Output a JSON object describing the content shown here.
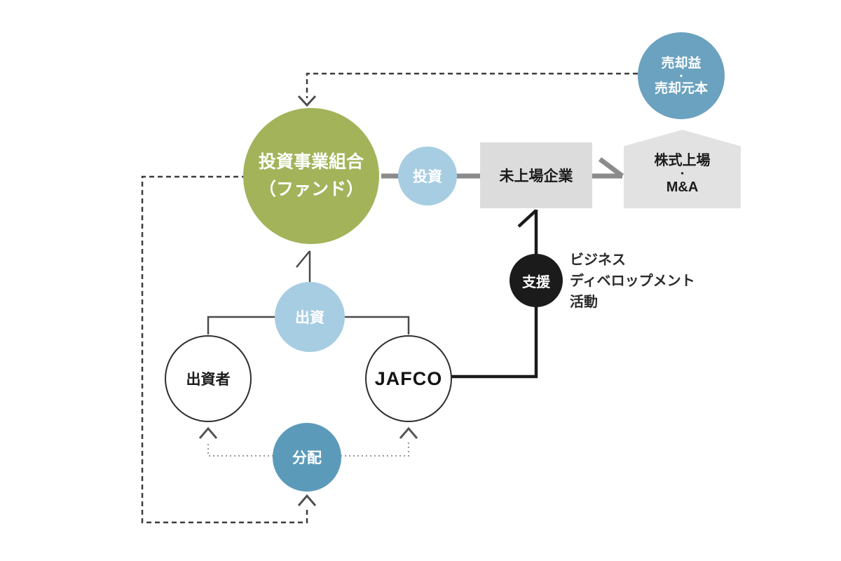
{
  "diagram": {
    "kind": "fund-structure-flow",
    "nodes": {
      "proceeds": {
        "line1": "売却益",
        "separator": "・",
        "line2": "売却元本",
        "color": "#6aa2bf"
      },
      "fund": {
        "line1": "投資事業組合",
        "line2": "（ファンド）",
        "color": "#a2b35a"
      },
      "invest": {
        "label": "投資",
        "color": "#a7cde2"
      },
      "unlisted": {
        "label": "未上場企業",
        "color": "#dcdcdc"
      },
      "exit": {
        "line1": "株式上場",
        "separator": "・",
        "line2": "M&A",
        "color": "#e2e2e2"
      },
      "support": {
        "label": "支援",
        "color": "#1b1b1b"
      },
      "bizdev": {
        "line1": "ビジネス",
        "line2": "ディベロップメント",
        "line3": "活動"
      },
      "contribute": {
        "label": "出資",
        "color": "#a7cde2"
      },
      "investors": {
        "label": "出資者"
      },
      "jafco": {
        "label": "JAFCO"
      },
      "distribute": {
        "label": "分配",
        "color": "#5c9aba"
      }
    },
    "edges": [
      {
        "from": "fund",
        "to": "unlisted",
        "via": "invest",
        "style": "solid-thick-gray"
      },
      {
        "from": "unlisted",
        "to": "exit",
        "style": "solid-thick-gray-half-arrow"
      },
      {
        "from": "proceeds",
        "to": "fund",
        "style": "dashed-arrow"
      },
      {
        "from": "contribute",
        "to": "fund",
        "style": "solid-half-arrow"
      },
      {
        "from": "investors",
        "to": "contribute",
        "style": "solid-elbow"
      },
      {
        "from": "jafco",
        "to": "contribute",
        "style": "solid-elbow"
      },
      {
        "from": "jafco",
        "to": "support",
        "style": "solid-thick-black-elbow"
      },
      {
        "from": "support",
        "to": "unlisted",
        "style": "solid-thick-black-half-arrow"
      },
      {
        "from": "fund",
        "to": "distribute",
        "style": "dashed-loop-arrow"
      },
      {
        "from": "distribute",
        "to": "investors",
        "style": "dotted-arrow"
      },
      {
        "from": "distribute",
        "to": "jafco",
        "style": "dotted-arrow"
      }
    ],
    "line_colors": {
      "thick_gray": "#8b8b8b",
      "thin_dark": "#4a4a4a",
      "thick_black": "#1b1b1b",
      "dashed_dark": "#3c3c3c",
      "dotted_light": "#9e9e9e",
      "arrowhead": "#4f4f4f"
    }
  }
}
